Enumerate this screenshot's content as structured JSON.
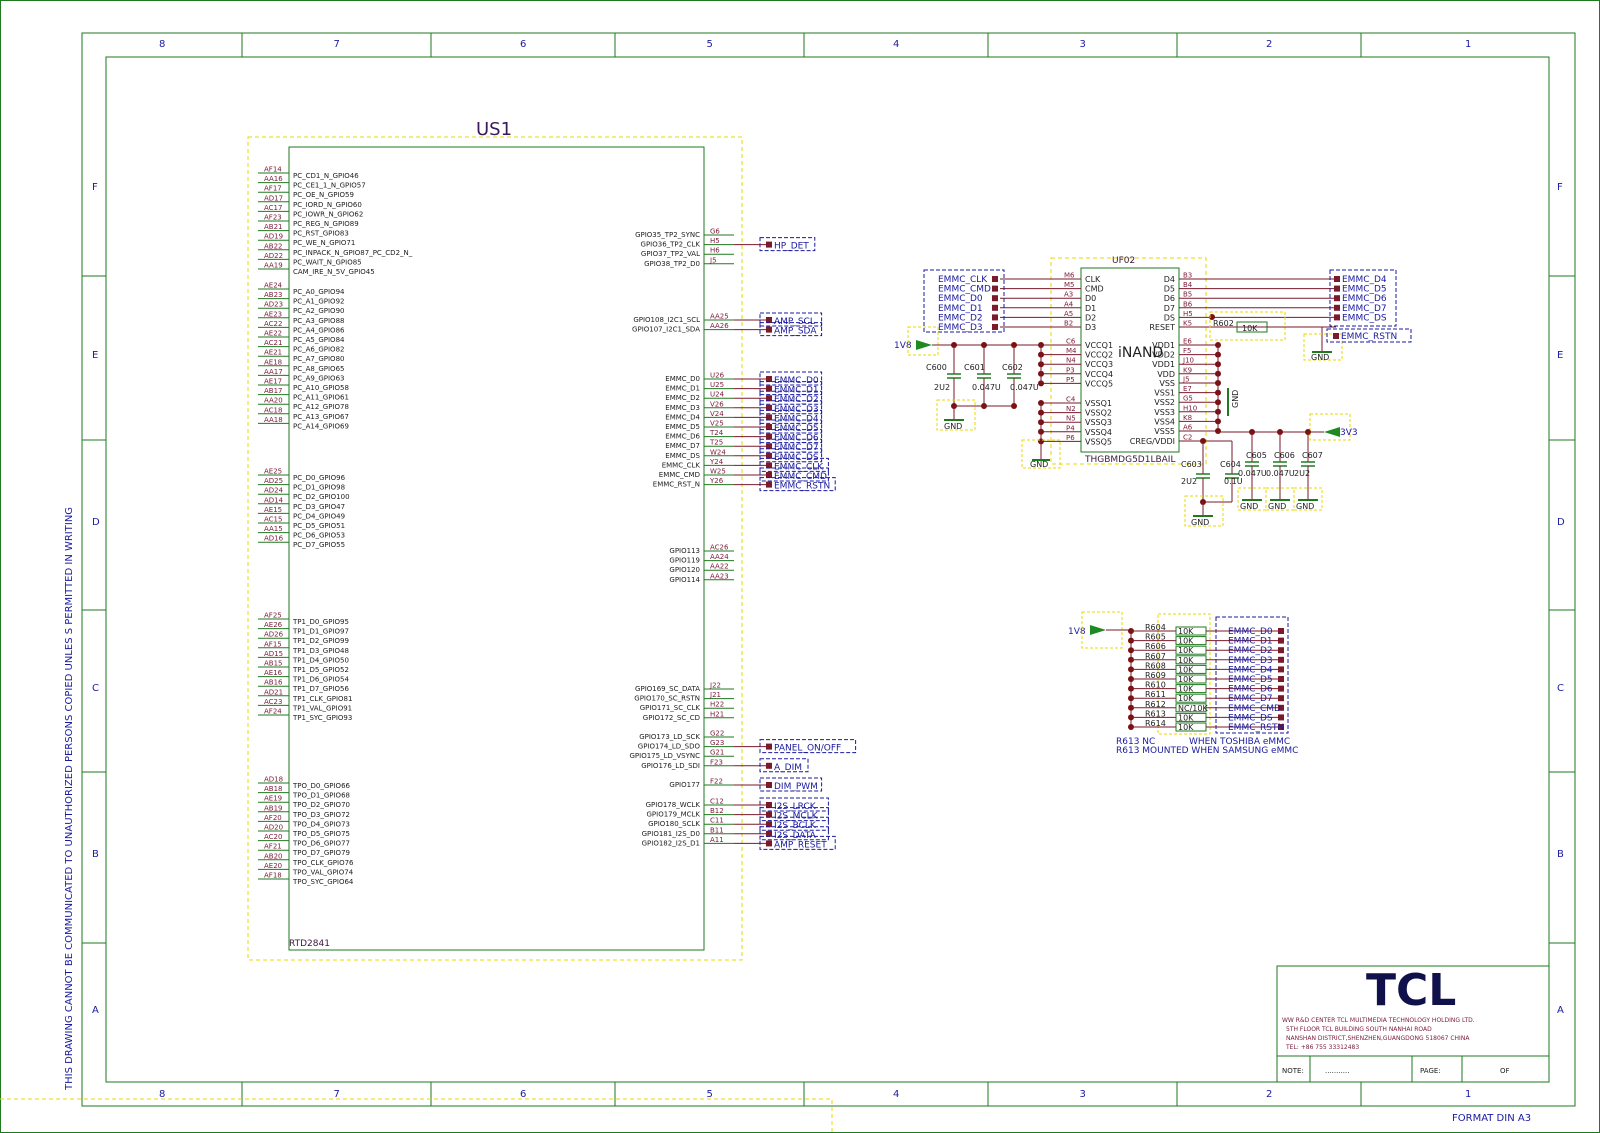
{
  "zones": {
    "columns": [
      "8",
      "7",
      "6",
      "5",
      "4",
      "3",
      "2",
      "1"
    ],
    "rows": [
      "F",
      "E",
      "D",
      "C",
      "B",
      "A"
    ]
  },
  "side_note": "THIS DRAWING CANNOT BE COMMUNICATED TO UNAUTHORIZED PERSONS COPIED UNLES S PERMITTED IN WRITING",
  "format_label": "FORMAT DIN A3",
  "title_block": {
    "logo": "TCL",
    "address": [
      "WW R&D CENTER TCL MULTIMEDIA TECHNOLOGY HOLDING LTD.",
      "5TH FLOOR TCL BUILDING SOUTH NANHAI ROAD",
      "NANSHAN DISTRICT,SHENZHEN,GUANGDONG 518067 CHINA",
      "TEL: +86 755 33312483"
    ],
    "note_label": "NOTE:",
    "note_value": "...........",
    "page_label": "PAGE:",
    "of_label": "OF"
  },
  "us1": {
    "ref": "US1",
    "part": "RTD2841",
    "left_groups": [
      [
        [
          "AF14",
          "PC_CD1_N_GPIO46"
        ],
        [
          "AA16",
          "PC_CE1_1_N_GPIO57"
        ],
        [
          "AF17",
          "PC_OE_N_GPIO59"
        ],
        [
          "AD17",
          "PC_IORD_N_GPIO60"
        ],
        [
          "AC17",
          "PC_IOWR_N_GPIO62"
        ],
        [
          "AF23",
          "PC_REG_N_GPIO89"
        ],
        [
          "AB21",
          "PC_RST_GPIO83"
        ],
        [
          "AD19",
          "PC_WE_N_GPIO71"
        ],
        [
          "AB22",
          "PC_INPACK_N_GPIO87_PC_CD2_N_"
        ],
        [
          "AD22",
          "PC_WAIT_N_GPIO85"
        ],
        [
          "AA19",
          "CAM_IRE_N_5V_GPIO45"
        ]
      ],
      [
        [
          "AE24",
          "PC_A0_GPIO94"
        ],
        [
          "AB23",
          "PC_A1_GPIO92"
        ],
        [
          "AD23",
          "PC_A2_GPIO90"
        ],
        [
          "AE23",
          "PC_A3_GPIO88"
        ],
        [
          "AC22",
          "PC_A4_GPIO86"
        ],
        [
          "AE22",
          "PC_A5_GPIO84"
        ],
        [
          "AC21",
          "PC_A6_GPIO82"
        ],
        [
          "AE21",
          "PC_A7_GPIO80"
        ],
        [
          "AE18",
          "PC_A8_GPIO65"
        ],
        [
          "AA17",
          "PC_A9_GPIO63"
        ],
        [
          "AE17",
          "PC_A10_GPIO58"
        ],
        [
          "AB17",
          "PC_A11_GPIO61"
        ],
        [
          "AA20",
          "PC_A12_GPIO78"
        ],
        [
          "AC18",
          "PC_A13_GPIO67"
        ],
        [
          "AA18",
          "PC_A14_GPIO69"
        ]
      ],
      [
        [
          "AE25",
          "PC_D0_GPIO96"
        ],
        [
          "AD25",
          "PC_D1_GPIO98"
        ],
        [
          "AD24",
          "PC_D2_GPIO100"
        ],
        [
          "AD14",
          "PC_D3_GPIO47"
        ],
        [
          "AE15",
          "PC_D4_GPIO49"
        ],
        [
          "AC15",
          "PC_D5_GPIO51"
        ],
        [
          "AA15",
          "PC_D6_GPIO53"
        ],
        [
          "AD16",
          "PC_D7_GPIO55"
        ]
      ],
      [
        [
          "AF25",
          "TP1_D0_GPIO95"
        ],
        [
          "AE26",
          "TP1_D1_GPIO97"
        ],
        [
          "AD26",
          "TP1_D2_GPIO99"
        ],
        [
          "AF15",
          "TP1_D3_GPIO48"
        ],
        [
          "AD15",
          "TP1_D4_GPIO50"
        ],
        [
          "AB15",
          "TP1_D5_GPIO52"
        ],
        [
          "AE16",
          "TP1_D6_GPIO54"
        ],
        [
          "AB16",
          "TP1_D7_GPIO56"
        ],
        [
          "AD21",
          "TP1_CLK_GPIO81"
        ],
        [
          "AC23",
          "TP1_VAL_GPIO91"
        ],
        [
          "AF24",
          "TP1_SYC_GPIO93"
        ]
      ],
      [
        [
          "AD18",
          "TPO_D0_GPIO66"
        ],
        [
          "AB18",
          "TPO_D1_GPIO68"
        ],
        [
          "AE19",
          "TPO_D2_GPIO70"
        ],
        [
          "AB19",
          "TPO_D3_GPIO72"
        ],
        [
          "AF20",
          "TPO_D4_GPIO73"
        ],
        [
          "AD20",
          "TPO_D5_GPIO75"
        ],
        [
          "AC20",
          "TPO_D6_GPIO77"
        ],
        [
          "AF21",
          "TPO_D7_GPIO79"
        ],
        [
          "AB20",
          "TPO_CLK_GPIO76"
        ],
        [
          "AE20",
          "TPO_VAL_GPIO74"
        ],
        [
          "AF18",
          "TPO_SYC_GPIO64"
        ]
      ]
    ],
    "right_groups": [
      [
        [
          "G6",
          "GPIO35_TP2_SYNC",
          ""
        ],
        [
          "H5",
          "GPIO36_TP2_CLK",
          "HP_DET"
        ],
        [
          "H6",
          "GPIO37_TP2_VAL",
          ""
        ],
        [
          "J5",
          "GPIO38_TP2_D0",
          ""
        ]
      ],
      [
        [
          "AA25",
          "GPIO108_I2C1_SCL",
          "AMP_SCL"
        ],
        [
          "AA26",
          "GPIO107_I2C1_SDA",
          "AMP_SDA"
        ]
      ],
      [
        [
          "U26",
          "EMMC_D0",
          "EMMC_D0"
        ],
        [
          "U25",
          "EMMC_D1",
          "EMMC_D1"
        ],
        [
          "U24",
          "EMMC_D2",
          "EMMC_D2"
        ],
        [
          "V26",
          "EMMC_D3",
          "EMMC_D3"
        ],
        [
          "V24",
          "EMMC_D4",
          "EMMC_D4"
        ],
        [
          "V25",
          "EMMC_D5",
          "EMMC_D5"
        ],
        [
          "T24",
          "EMMC_D6",
          "EMMC_D6"
        ],
        [
          "T25",
          "EMMC_D7",
          "EMMC_D7"
        ],
        [
          "W24",
          "EMMC_DS",
          "EMMC_DS"
        ],
        [
          "Y24",
          "EMMC_CLK",
          "EMMC_CLK"
        ],
        [
          "W25",
          "EMMC_CMD",
          "EMMC_CMD"
        ],
        [
          "Y26",
          "EMMC_RST_N",
          "EMMC_RSTN"
        ]
      ],
      [
        [
          "AC26",
          "GPIO113",
          ""
        ],
        [
          "AA24",
          "GPIO119",
          ""
        ],
        [
          "AA22",
          "GPIO120",
          ""
        ],
        [
          "AA23",
          "GPIO114",
          ""
        ]
      ],
      [
        [
          "J22",
          "GPIO169_SC_DATA",
          ""
        ],
        [
          "J21",
          "GPIO170_SC_RSTN",
          ""
        ],
        [
          "H22",
          "GPIO171_SC_CLK",
          ""
        ],
        [
          "H21",
          "GPIO172_SC_CD",
          ""
        ]
      ],
      [
        [
          "G22",
          "GPIO173_LD_SCK",
          ""
        ],
        [
          "G23",
          "GPIO174_LD_SDO",
          "PANEL_ON/OFF"
        ],
        [
          "G21",
          "GPIO175_LD_VSYNC",
          ""
        ],
        [
          "F23",
          "GPIO176_LD_SDI",
          "A_DIM"
        ]
      ],
      [
        [
          "F22",
          "GPIO177",
          "DIM_PWM"
        ]
      ],
      [
        [
          "C12",
          "GPIO178_WCLK",
          "I2S_LRCK"
        ],
        [
          "B12",
          "GPIO179_MCLK",
          "I2S_MCLK"
        ],
        [
          "C11",
          "GPIO180_SCLK",
          "I2S_BCLK"
        ],
        [
          "B11",
          "GPIO181_I2S_D0",
          "I2S_DATA"
        ],
        [
          "A11",
          "GPIO182_I2S_D1",
          "AMP_RESET"
        ]
      ]
    ]
  },
  "uf02": {
    "ref": "UF02",
    "label": "iNAND",
    "part": "THGBMDG5D1LBAIL",
    "left_signals": [
      [
        "M6",
        "CLK",
        "EMMC_CLK"
      ],
      [
        "M5",
        "CMD",
        "EMMC_CMD"
      ],
      [
        "A3",
        "D0",
        "EMMC_D0"
      ],
      [
        "A4",
        "D1",
        "EMMC_D1"
      ],
      [
        "A5",
        "D2",
        "EMMC_D2"
      ],
      [
        "B2",
        "D3",
        "EMMC_D3"
      ]
    ],
    "left_power": [
      [
        "C6",
        "VCCQ1"
      ],
      [
        "M4",
        "VCCQ2"
      ],
      [
        "N4",
        "VCCQ3"
      ],
      [
        "P3",
        "VCCQ4"
      ],
      [
        "P5",
        "VCCQ5"
      ]
    ],
    "left_gnd": [
      [
        "C4",
        "VSSQ1"
      ],
      [
        "N2",
        "VSSQ2"
      ],
      [
        "N5",
        "VSSQ3"
      ],
      [
        "P4",
        "VSSQ4"
      ],
      [
        "P6",
        "VSSQ5"
      ]
    ],
    "right_signals": [
      [
        "B3",
        "D4",
        "EMMC_D4"
      ],
      [
        "B4",
        "D5",
        "EMMC_D5"
      ],
      [
        "B5",
        "D6",
        "EMMC_D6"
      ],
      [
        "B6",
        "D7",
        "EMMC_D7"
      ],
      [
        "H5",
        "DS",
        "EMMC_DS"
      ],
      [
        "K5",
        "RESET",
        ""
      ]
    ],
    "right_power": [
      [
        "E6",
        "VDD1"
      ],
      [
        "F5",
        "VDD2"
      ],
      [
        "J10",
        "VDD1"
      ],
      [
        "K9",
        "VDD"
      ]
    ],
    "right_gnd": [
      [
        "J5",
        "VSS"
      ],
      [
        "E7",
        "VSS1"
      ],
      [
        "G5",
        "VSS2"
      ],
      [
        "H10",
        "VSS3"
      ],
      [
        "K8",
        "VSS4"
      ],
      [
        "A6",
        "VSS5"
      ]
    ],
    "creg": [
      "C2",
      "CREG/VDDI"
    ]
  },
  "power_labels": {
    "v18": "1V8",
    "v33": "3V3",
    "gnd": "GND"
  },
  "caps": [
    {
      "ref": "C600",
      "value": "2U2"
    },
    {
      "ref": "C601",
      "value": "0.047U"
    },
    {
      "ref": "C602",
      "value": "0.047U"
    },
    {
      "ref": "C603",
      "value": "2U2"
    },
    {
      "ref": "C604",
      "value": "0.1U"
    },
    {
      "ref": "C605",
      "value": "0.047U"
    },
    {
      "ref": "C606",
      "value": "0.047U"
    },
    {
      "ref": "C607",
      "value": "2U2"
    }
  ],
  "r602": {
    "ref": "R602",
    "value": "10K",
    "net": "EMMC_RSTN"
  },
  "pullups": [
    [
      "R604",
      "10K",
      "EMMC_D0"
    ],
    [
      "R605",
      "10K",
      "EMMC_D1"
    ],
    [
      "R606",
      "10K",
      "EMMC_D2"
    ],
    [
      "R607",
      "10K",
      "EMMC_D3"
    ],
    [
      "R608",
      "10K",
      "EMMC_D4"
    ],
    [
      "R609",
      "10K",
      "EMMC_D5"
    ],
    [
      "R610",
      "10K",
      "EMMC_D6"
    ],
    [
      "R611",
      "10K",
      "EMMC_D7"
    ],
    [
      "R612",
      "NC/10K",
      "EMMC_CMD"
    ],
    [
      "R613",
      "10K",
      "EMMC_DS"
    ],
    [
      "R614",
      "10K",
      "EMMC_RSTN"
    ]
  ],
  "pullup_notes": [
    "R613 NC",
    "WHEN TOSHIBA eMMC",
    "R613 MOUNTED WHEN SAMSUNG eMMC"
  ]
}
